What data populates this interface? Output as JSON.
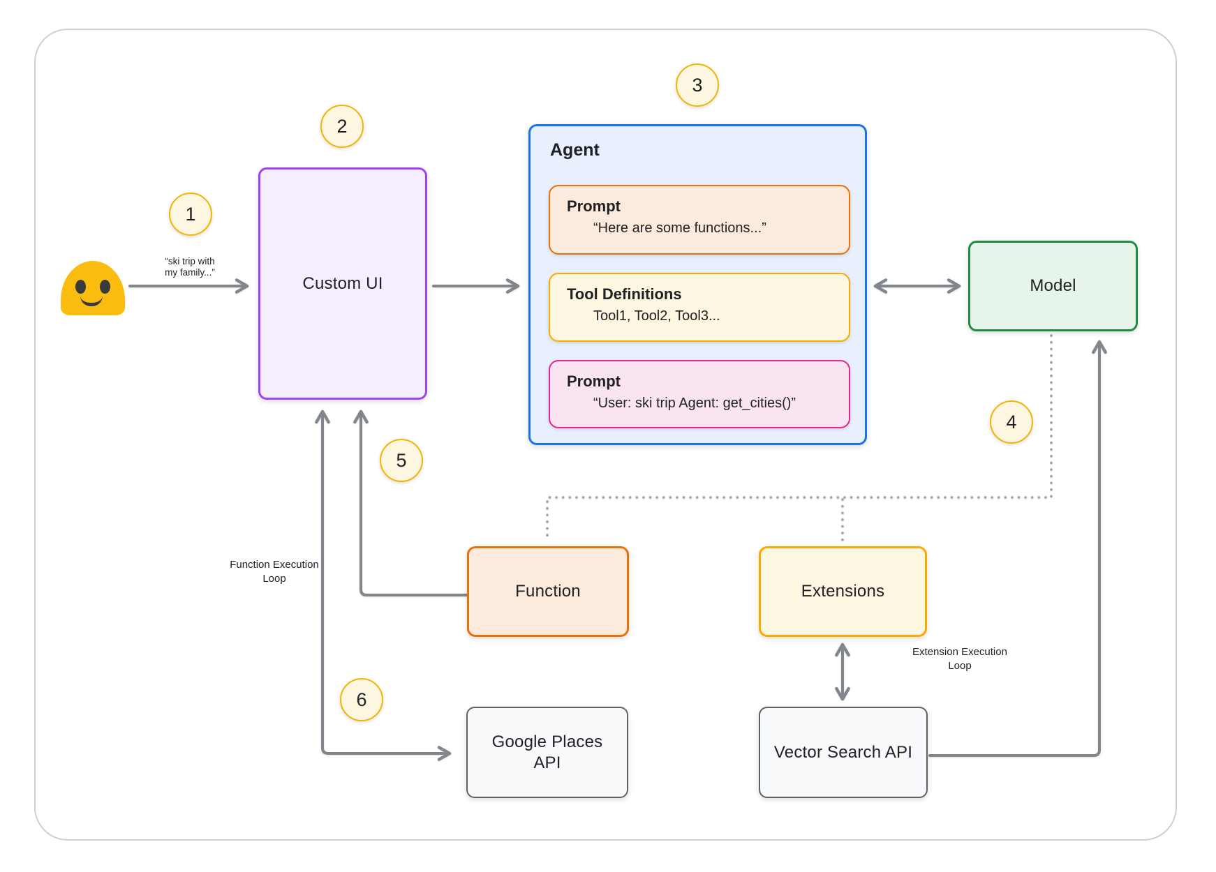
{
  "user": {
    "emoji": "smiling-blob",
    "quote_lines": [
      "“ski trip with",
      "my family...”"
    ]
  },
  "badges": {
    "b1": "1",
    "b2": "2",
    "b3": "3",
    "b4": "4",
    "b5": "5",
    "b6": "6"
  },
  "nodes": {
    "custom_ui": {
      "label": "Custom UI"
    },
    "agent": {
      "title": "Agent"
    },
    "prompt1": {
      "title": "Prompt",
      "subtitle": "“Here are some functions...”"
    },
    "tool_definitions": {
      "title": "Tool Definitions",
      "subtitle": "Tool1, Tool2, Tool3..."
    },
    "prompt2": {
      "title": "Prompt",
      "subtitle": "“User: ski trip Agent: get_cities()”"
    },
    "model": {
      "label": "Model"
    },
    "function": {
      "label": "Function"
    },
    "extensions": {
      "label": "Extensions"
    },
    "google_places_api": {
      "label": "Google Places API"
    },
    "vector_search_api": {
      "label": "Vector Search API"
    }
  },
  "annotations": {
    "function_loop": "Function Execution Loop",
    "extension_loop": "Extension Execution Loop"
  },
  "colors": {
    "custom_ui_border": "#a142f4",
    "agent_border": "#1a73e8",
    "model_border": "#1e8e3e",
    "function_border": "#e8710a",
    "extensions_border": "#f9ab00",
    "prompt_border": "#e8710a",
    "tool_definitions_border": "#f9ab00",
    "final_prompt_border": "#e52592",
    "api_border": "#5f6368",
    "badge_fill": "#fdf7e2",
    "badge_border": "#f4b400",
    "connector_gray": "#80868b",
    "dotted_gray": "#9aa0a6",
    "user_emoji_yellow": "#fbbc10"
  }
}
